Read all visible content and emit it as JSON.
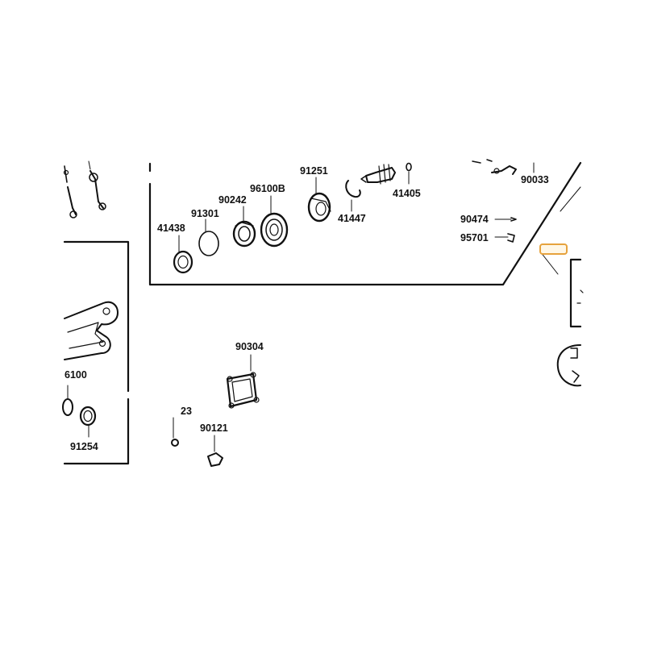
{
  "labels": {
    "p90033": "90033",
    "p91251": "91251",
    "p96100b": "96100B",
    "p90242": "90242",
    "p91301": "91301",
    "p41438": "41438",
    "p41447": "41447",
    "p41405": "41405",
    "p90474": "90474",
    "p95701": "95701",
    "p90304": "90304",
    "p90121": "90121",
    "p91254": "91254",
    "p6100_partial": "6100",
    "p23_partial": "23"
  },
  "colors": {
    "line": "#111111",
    "highlight_border": "#e6a23c",
    "highlight_fill": "#fff7e6",
    "background": "#ffffff"
  }
}
